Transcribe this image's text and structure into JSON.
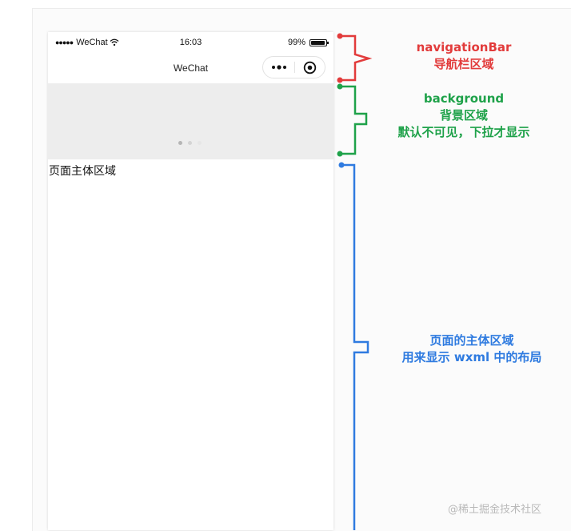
{
  "status_bar": {
    "signal": "●●●●●",
    "carrier": "WeChat",
    "time": "16:03",
    "battery": "99%"
  },
  "nav_bar": {
    "title": "WeChat",
    "more_icon": "more-dots-icon",
    "close_icon": "record-circle-icon"
  },
  "background": {
    "pager_dots_active": 0,
    "pager_dots_count": 3
  },
  "page_body": {
    "label": "页面主体区域"
  },
  "annotations": {
    "navigation": {
      "line1": "navigationBar",
      "line2": "导航栏区域",
      "color": "#e23b3b"
    },
    "background": {
      "line1": "background",
      "line2": "背景区域",
      "line3": "默认不可见，下拉才显示",
      "color": "#1fa24a"
    },
    "body": {
      "line1": "页面的主体区域",
      "line2": "用来显示 wxml 中的布局",
      "color": "#2f7be0"
    }
  },
  "watermark": "@稀土掘金技术社区"
}
